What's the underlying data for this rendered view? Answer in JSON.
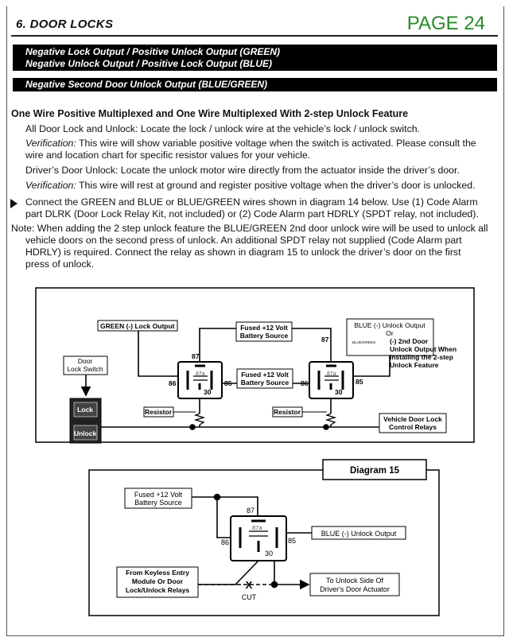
{
  "header": {
    "title": "6.  DOOR LOCKS",
    "page": "PAGE 24"
  },
  "bars": {
    "line1": "Negative Lock Output / Positive Unlock Output  (GREEN)",
    "line2": "Negative Unlock Output / Positive Lock Output (BLUE)",
    "line3": "Negative Second Door Unlock Output (BLUE/GREEN)"
  },
  "section": {
    "title": "One Wire Positive Multiplexed and One Wire Multiplexed With 2-step Unlock Feature",
    "p1": "All Door Lock and Unlock: Locate the lock / unlock wire at the vehicle’s lock / unlock switch.",
    "p2_label": "Verification:",
    "p2_line1": " This wire will show variable positive voltage when the switch is activated.  Please consult the",
    "p2_line2": "wire and location chart for specific resistor values for your vehicle.",
    "p3": "Driver’s Door Unlock:  Locate the unlock motor wire directly from the actuator inside the driver’s door.",
    "p4_label": "Verification:",
    "p4_rest": " This wire will rest at ground and register positive voltage when the driver’s door is unlocked.",
    "p5_line1": "Connect the GREEN and BLUE or BLUE/GREEN wires shown in diagram 14 below.  Use (1) Code Alarm",
    "p5_line2": "part DLRK (Door Lock Relay Kit, not included) or (2) Code Alarm part HDRLY (SPDT relay, not included).",
    "note_line1": "Note: When adding the 2 step unlock feature the BLUE/GREEN 2nd door unlock wire will be used to unlock all",
    "note_line2": "vehicle doors on the second press of unlock.  An additional SPDT relay not supplied (Code Alarm part",
    "note_line3": "HDRLY) is required.  Connect the relay as shown in diagram 15 to unlock the driver’s door on the first",
    "note_line4": "press of unlock."
  },
  "diagram14": {
    "green_label": "GREEN (-) Lock Output",
    "fused1_line1": "Fused +12 Volt",
    "fused1_line2": "Battery Source",
    "fused2_line1": "Fused +12 Volt",
    "fused2_line2": "Battery Source",
    "blue_line1": "BLUE (-) Unlock Output",
    "blue_line2": "Or",
    "blue_line3": "(-) 2nd Door",
    "blue_line4": "Unlock Output When",
    "blue_line5": "Installing the 2-step",
    "blue_line6": "Unlock Feature",
    "bluegreen_small": "BLUE/GREEN",
    "door_line1": "Door",
    "door_line2": "Lock Switch",
    "lock": "Lock",
    "unlock": "Unlock",
    "resistor1": "Resistor",
    "resistor2": "Resistor",
    "vehicle_line1": "Vehicle Door Lock",
    "vehicle_line2": "Control Relays",
    "pin87": "87",
    "pin87a": "87a",
    "pin86": "86",
    "pin85": "85",
    "pin30": "30"
  },
  "diagram15": {
    "title": "Diagram  15",
    "fused_line1": "Fused +12 Volt",
    "fused_line2": "Battery Source",
    "blue_label": "BLUE (-) Unlock Output",
    "keyless_line1": "From Keyless Entry",
    "keyless_line2": "Module Or Door",
    "keyless_line3": "Lock/Unlock Relays",
    "actuator_line1": "To Unlock Side Of",
    "actuator_line2": "Driver's Door Actuator",
    "cut_mark": "X",
    "cut": "CUT",
    "pin87": "87",
    "pin87a": "87a",
    "pin86": "86",
    "pin85": "85",
    "pin30": "30"
  }
}
